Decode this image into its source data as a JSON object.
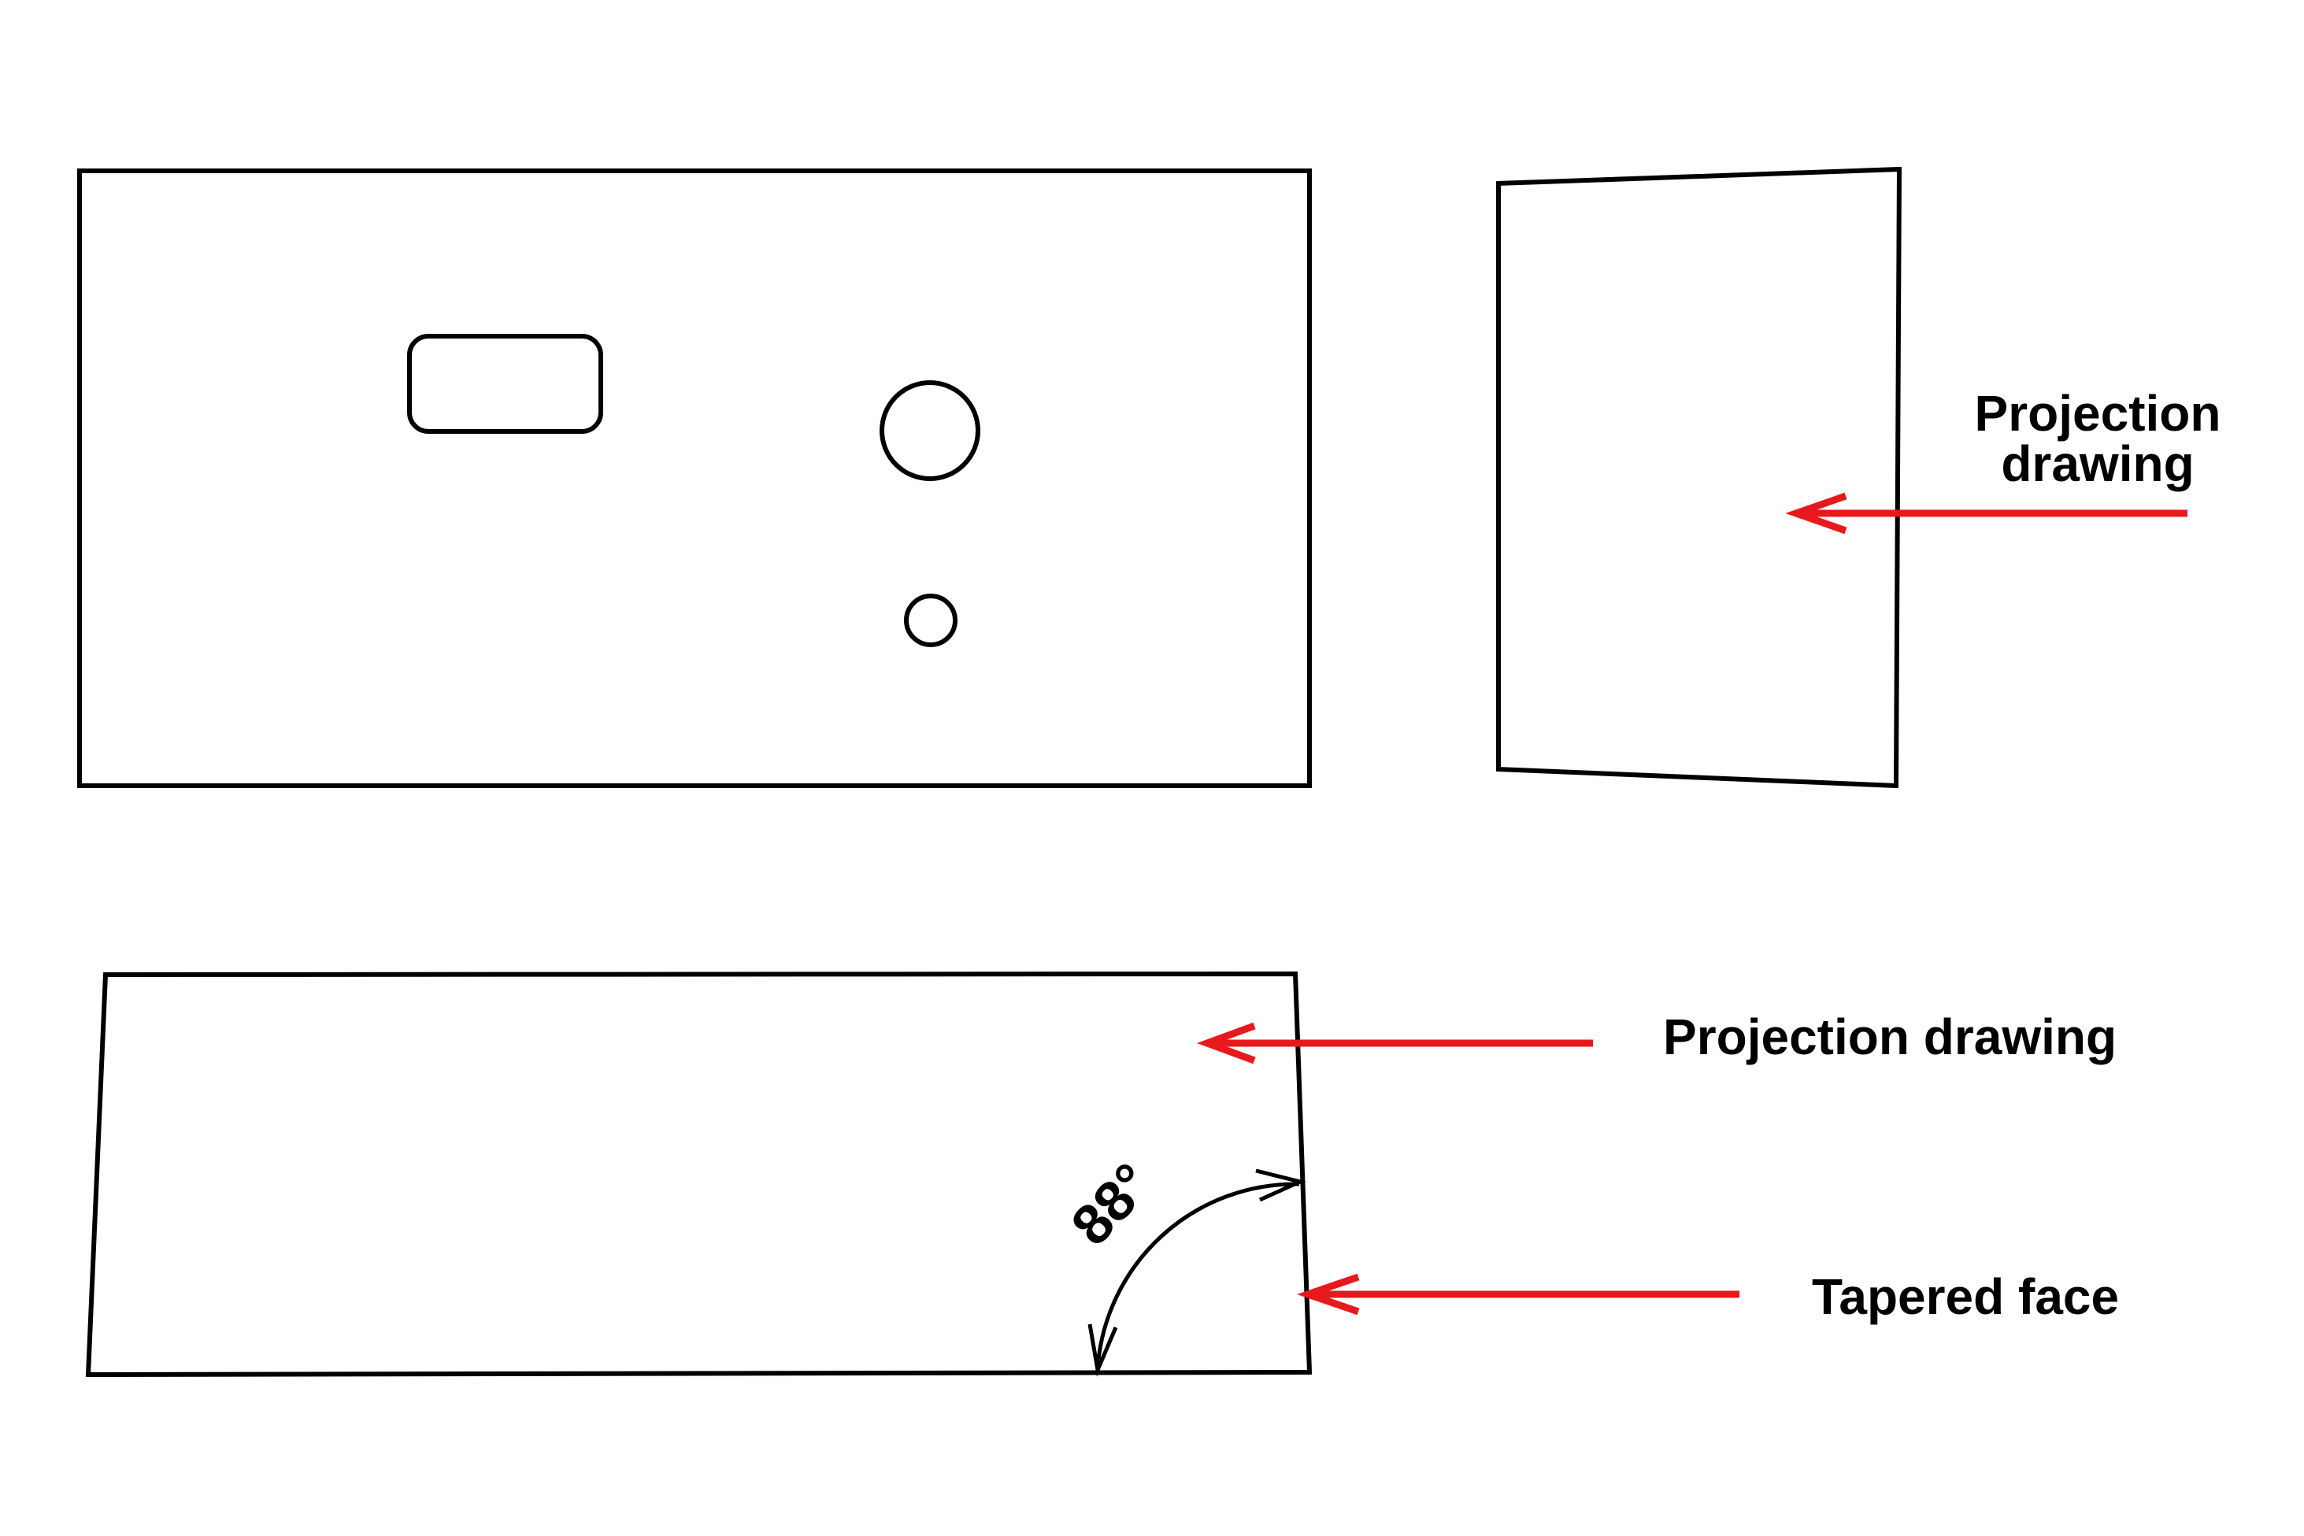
{
  "labels": {
    "side_view_caption": {
      "line1": "Projection",
      "line2": "drawing"
    },
    "bottom_view_caption": "Projection drawing",
    "tapered_face_caption": "Tapered face",
    "angle_value": "88°"
  },
  "colors": {
    "arrow_red": "#e8191d",
    "line_black": "#000000",
    "background": "#ffffff"
  }
}
